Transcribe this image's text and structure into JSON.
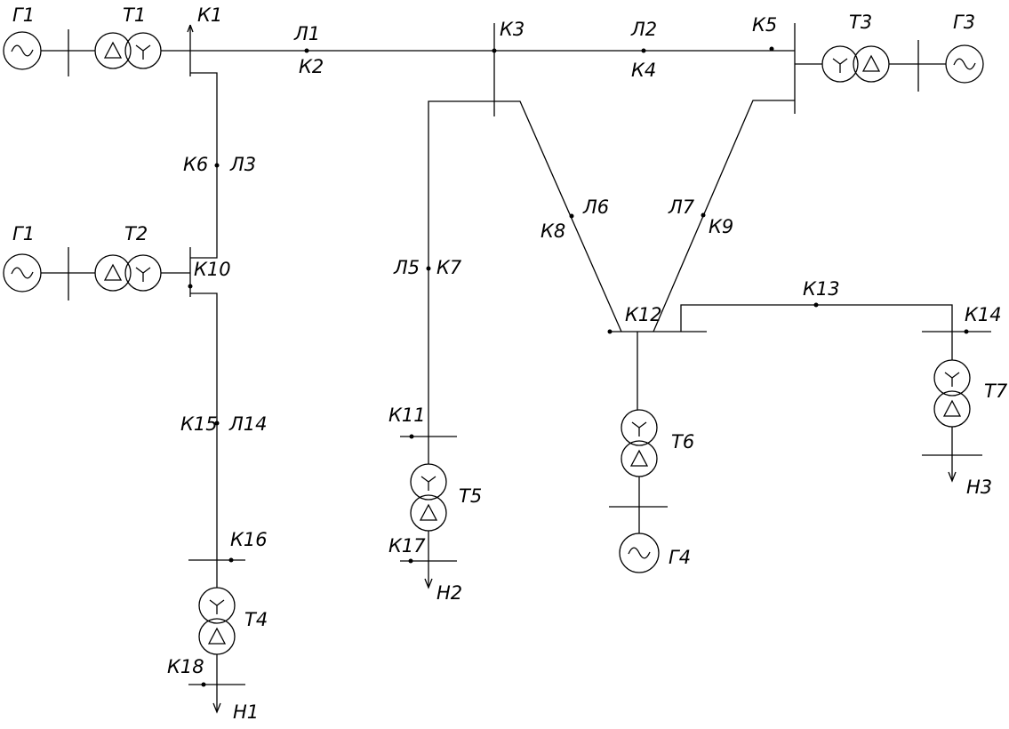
{
  "labels": {
    "G1_top": "Г1",
    "T1": "Т1",
    "K1": "К1",
    "L1": "Л1",
    "K2": "К2",
    "K3": "К3",
    "L2": "Л2",
    "K4": "К4",
    "K5": "К5",
    "T3": "Т3",
    "G3": "Г3",
    "K6": "К6",
    "L3": "Л3",
    "G1_mid": "Г1",
    "T2": "Т2",
    "K10": "К10",
    "K8": "К8",
    "L6": "Л6",
    "L7": "Л7",
    "K9": "К9",
    "L5": "Л5",
    "K7": "К7",
    "K13": "К13",
    "K12": "К12",
    "K14": "К14",
    "K15": "К15",
    "L14": "Л14",
    "K11": "К11",
    "T5": "Т5",
    "K17": "К17",
    "H2": "Н2",
    "T6": "Т6",
    "G4": "Г4",
    "T7": "Т7",
    "H3": "Н3",
    "K16": "К16",
    "T4": "Т4",
    "K18": "К18",
    "H1": "Н1"
  }
}
